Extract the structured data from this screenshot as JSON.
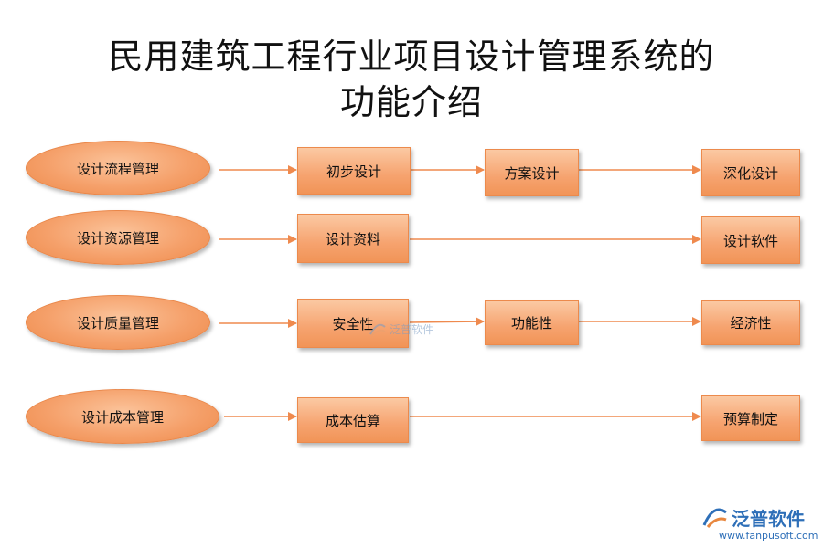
{
  "title": {
    "line1": "民用建筑工程行业项目设计管理系统的",
    "line2": "功能介绍"
  },
  "rows": [
    {
      "category": "设计流程管理",
      "items": [
        "初步设计",
        "方案设计",
        "深化设计"
      ]
    },
    {
      "category": "设计资源管理",
      "items": [
        "设计资料",
        "设计软件"
      ]
    },
    {
      "category": "设计质量管理",
      "items": [
        "安全性",
        "功能性",
        "经济性"
      ]
    },
    {
      "category": "设计成本管理",
      "items": [
        "成本估算",
        "预算制定"
      ]
    }
  ],
  "watermark": {
    "text": "泛普软件"
  },
  "logo": {
    "text": "泛普软件",
    "site": "www.fanpusoft.com"
  },
  "colors": {
    "box_fill": "#f6a36f",
    "arrow": "#ef8a4e",
    "logo": "#2e6fb8"
  }
}
